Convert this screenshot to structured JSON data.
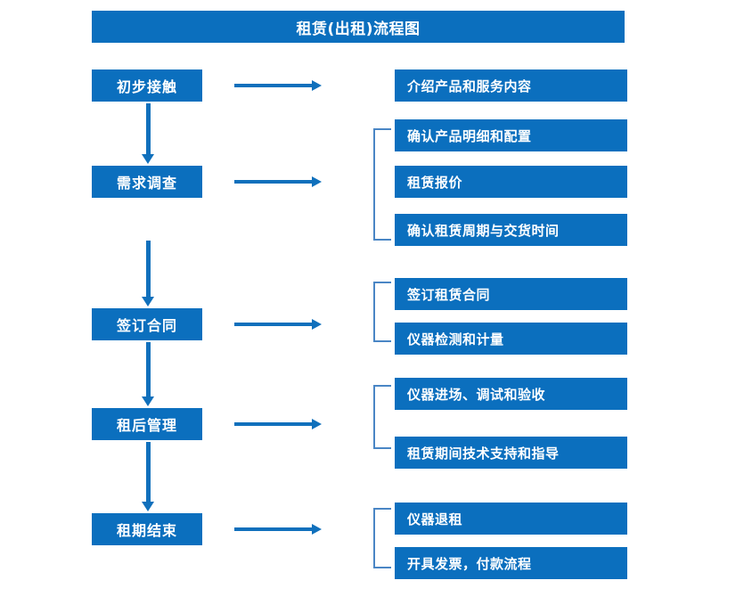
{
  "title": "租赁(出租)流程图",
  "accent_color": "#0B6FBE",
  "arrow_color": "#1070BC",
  "bracket_color": "#4A86C5",
  "background_color": "#FFFFFF",
  "stages": [
    {
      "label": "初步接触"
    },
    {
      "label": "需求调查"
    },
    {
      "label": "签订合同"
    },
    {
      "label": "租后管理"
    },
    {
      "label": "租期结束"
    }
  ],
  "details": [
    {
      "label": "介绍产品和服务内容"
    },
    {
      "label": "确认产品明细和配置"
    },
    {
      "label": "租赁报价"
    },
    {
      "label": "确认租赁周期与交货时间"
    },
    {
      "label": "签订租赁合同"
    },
    {
      "label": "仪器检测和计量"
    },
    {
      "label": "仪器进场、调试和验收"
    },
    {
      "label": "租赁期间技术支持和指导"
    },
    {
      "label": "仪器退租"
    },
    {
      "label": "开具发票，付款流程"
    }
  ]
}
